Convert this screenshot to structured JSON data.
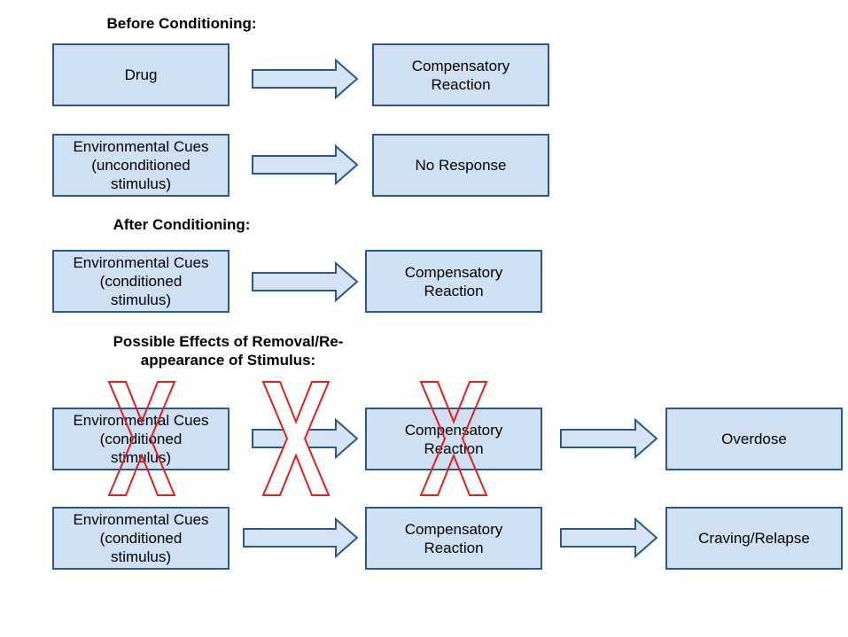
{
  "headings": {
    "before": "Before Conditioning:",
    "after": "After Conditioning:",
    "removal_line1": "Possible Effects of Removal/Re-",
    "removal_line2": "appearance of Stimulus:"
  },
  "boxes": {
    "drug": "Drug",
    "comp_reaction_1": "Compensatory\nReaction",
    "env_cues_uncond": "Environmental Cues\n(unconditioned\nstimulus)",
    "no_response": "No Response",
    "env_cues_cond_1": "Environmental Cues\n(conditioned\nstimulus)",
    "comp_reaction_2": "Compensatory\nReaction",
    "env_cues_cond_2": "Environmental Cues\n(conditioned\nstimulus)",
    "comp_reaction_3": "Compensatory\nReaction",
    "overdose": "Overdose",
    "env_cues_cond_3": "Environmental Cues\n(conditioned\nstimulus)",
    "comp_reaction_4": "Compensatory\nReaction",
    "craving_relapse": "Craving/Relapse"
  },
  "colors": {
    "box_fill": "#cfe0f2",
    "box_border": "#2b5a8a",
    "cross_mark": "#e02020"
  }
}
